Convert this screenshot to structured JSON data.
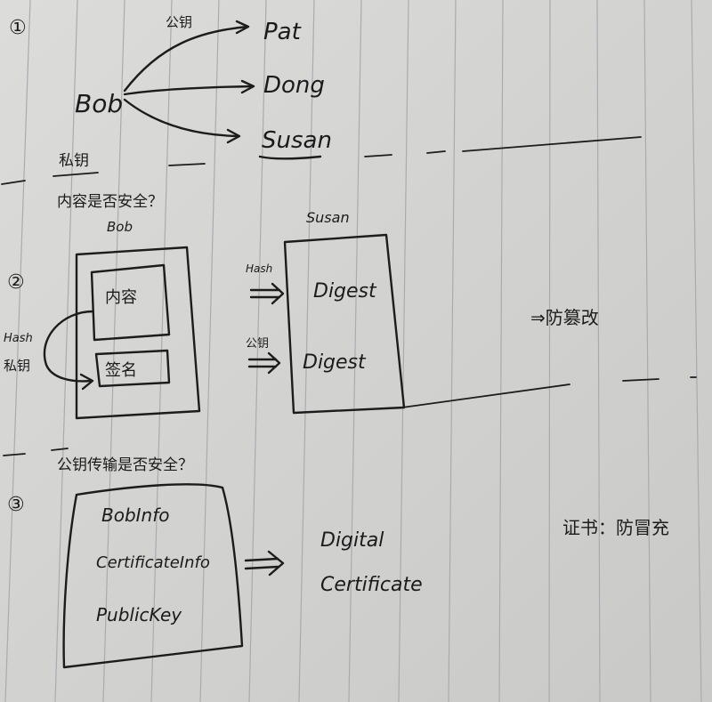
{
  "section_1": {
    "number": "①",
    "sender": "Bob",
    "arrow_label": "公钥",
    "recipients": [
      "Pat",
      "Dong",
      "Susan"
    ],
    "key_label": "私钥"
  },
  "section_2": {
    "question": "内容是否安全？",
    "left_box_title": "Bob",
    "right_box_title": "Susan",
    "number": "②",
    "content_label": "内容",
    "signature_label": "签名",
    "side_label_1": "Hash",
    "side_label_2": "私钥",
    "arrow_1_label": "Hash",
    "arrow_2_label": "公钥",
    "digest_1": "Digest",
    "digest_2": "Digest",
    "result": "⇒防篡改"
  },
  "section_3": {
    "question": "公钥传输是否安全？",
    "number": "③",
    "fields": [
      "BobInfo",
      "CertificateInfo",
      "PublicKey"
    ],
    "result_line_1": "Digital",
    "result_line_2": "Certificate",
    "note": "证书：防冒充"
  }
}
